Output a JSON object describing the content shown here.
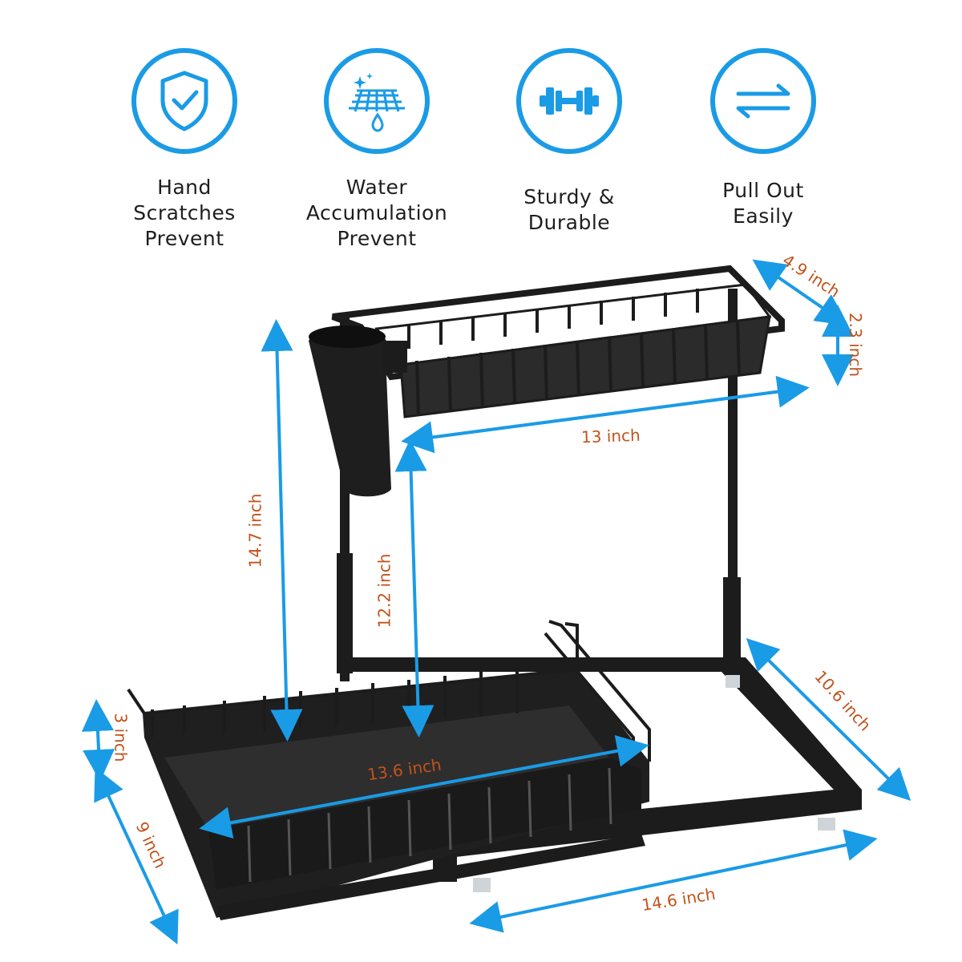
{
  "features": [
    {
      "label_lines": [
        "Hand",
        "Scratches",
        "Prevent"
      ],
      "icon": "shield-check-icon"
    },
    {
      "label_lines": [
        "Water",
        "Accumulation",
        "Prevent"
      ],
      "icon": "mesh-water-drop-icon"
    },
    {
      "label_lines": [
        "Sturdy &",
        "Durable"
      ],
      "icon": "dumbbell-icon"
    },
    {
      "label_lines": [
        "Pull Out",
        "Easily"
      ],
      "icon": "opposing-arrows-icon"
    }
  ],
  "dimensions": {
    "top_depth": "4.9 inch",
    "top_height": "2.3 inch",
    "top_width": "13 inch",
    "total_height": "14.7 inch",
    "clearance_height": "12.2 inch",
    "base_depth": "10.6 inch",
    "bottom_height": "3 inch",
    "bottom_depth": "9 inch",
    "bottom_width": "13.6 inch",
    "base_width": "14.6 inch"
  },
  "colors": {
    "accent": "#1a9be6",
    "dimension_text": "#c1531c",
    "product": "#1c1c1c"
  }
}
